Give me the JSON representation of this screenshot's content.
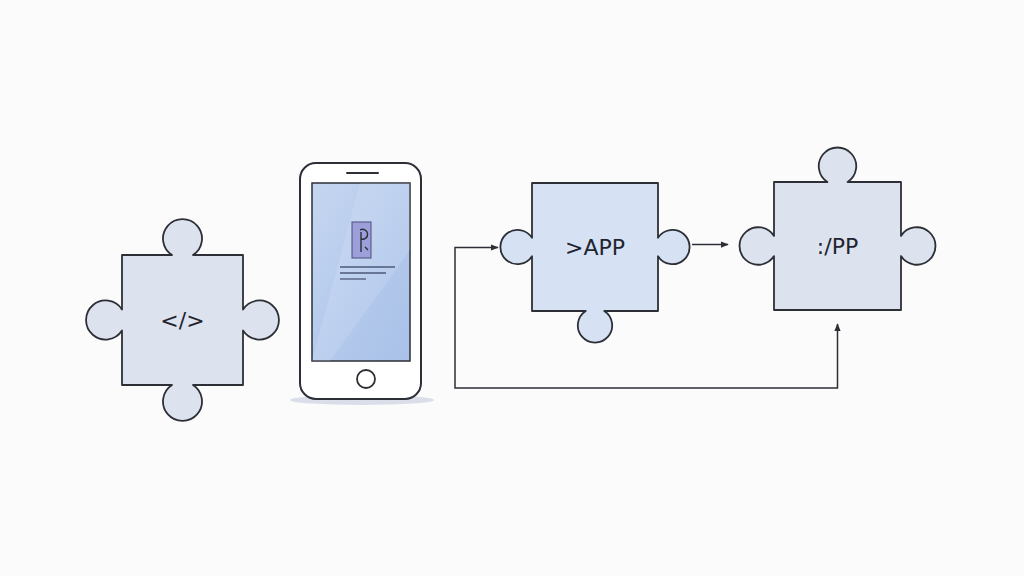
{
  "diagram": {
    "nodes": [
      {
        "text": [
          "</>"
        ]
      },
      {
        "text": [
          ">APP"
        ]
      },
      {
        "text": [
          ":/PP"
        ]
      }
    ],
    "edges": [
      {
        "from": 1,
        "to": 2,
        "arrow": "to"
      },
      {
        "from": 1,
        "to": 2,
        "arrow": "both"
      }
    ]
  }
}
